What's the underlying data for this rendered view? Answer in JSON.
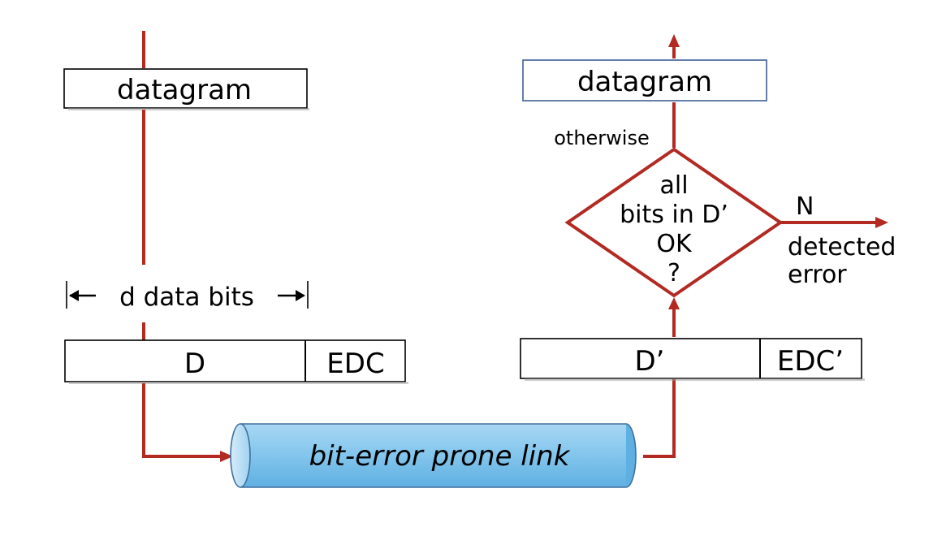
{
  "colors": {
    "flow_line": "#b22a22",
    "box_stroke": "#000000",
    "box_stroke_blue": "#3f5f94",
    "cylinder_fill_light": "#b8ddf3",
    "cylinder_fill_dark": "#6fb8e6",
    "cylinder_stroke": "#3f6f9c",
    "background": "#ffffff"
  },
  "sender": {
    "datagram_label": "datagram",
    "width_label": "d data bits",
    "data_field_label": "D",
    "edc_field_label": "EDC"
  },
  "link": {
    "label": "bit-error prone link"
  },
  "receiver": {
    "data_field_label": "D’",
    "edc_field_label": "EDC’",
    "datagram_label": "datagram",
    "decision_lines": [
      "all",
      "bits in D’",
      "OK",
      "?"
    ],
    "otherwise_label": "otherwise",
    "no_label": "N",
    "error_lines": [
      "detected",
      "error"
    ]
  },
  "icons": {
    "arrowhead": "triangle-arrowhead-icon",
    "width_arrows": "double-arrow-icon"
  }
}
